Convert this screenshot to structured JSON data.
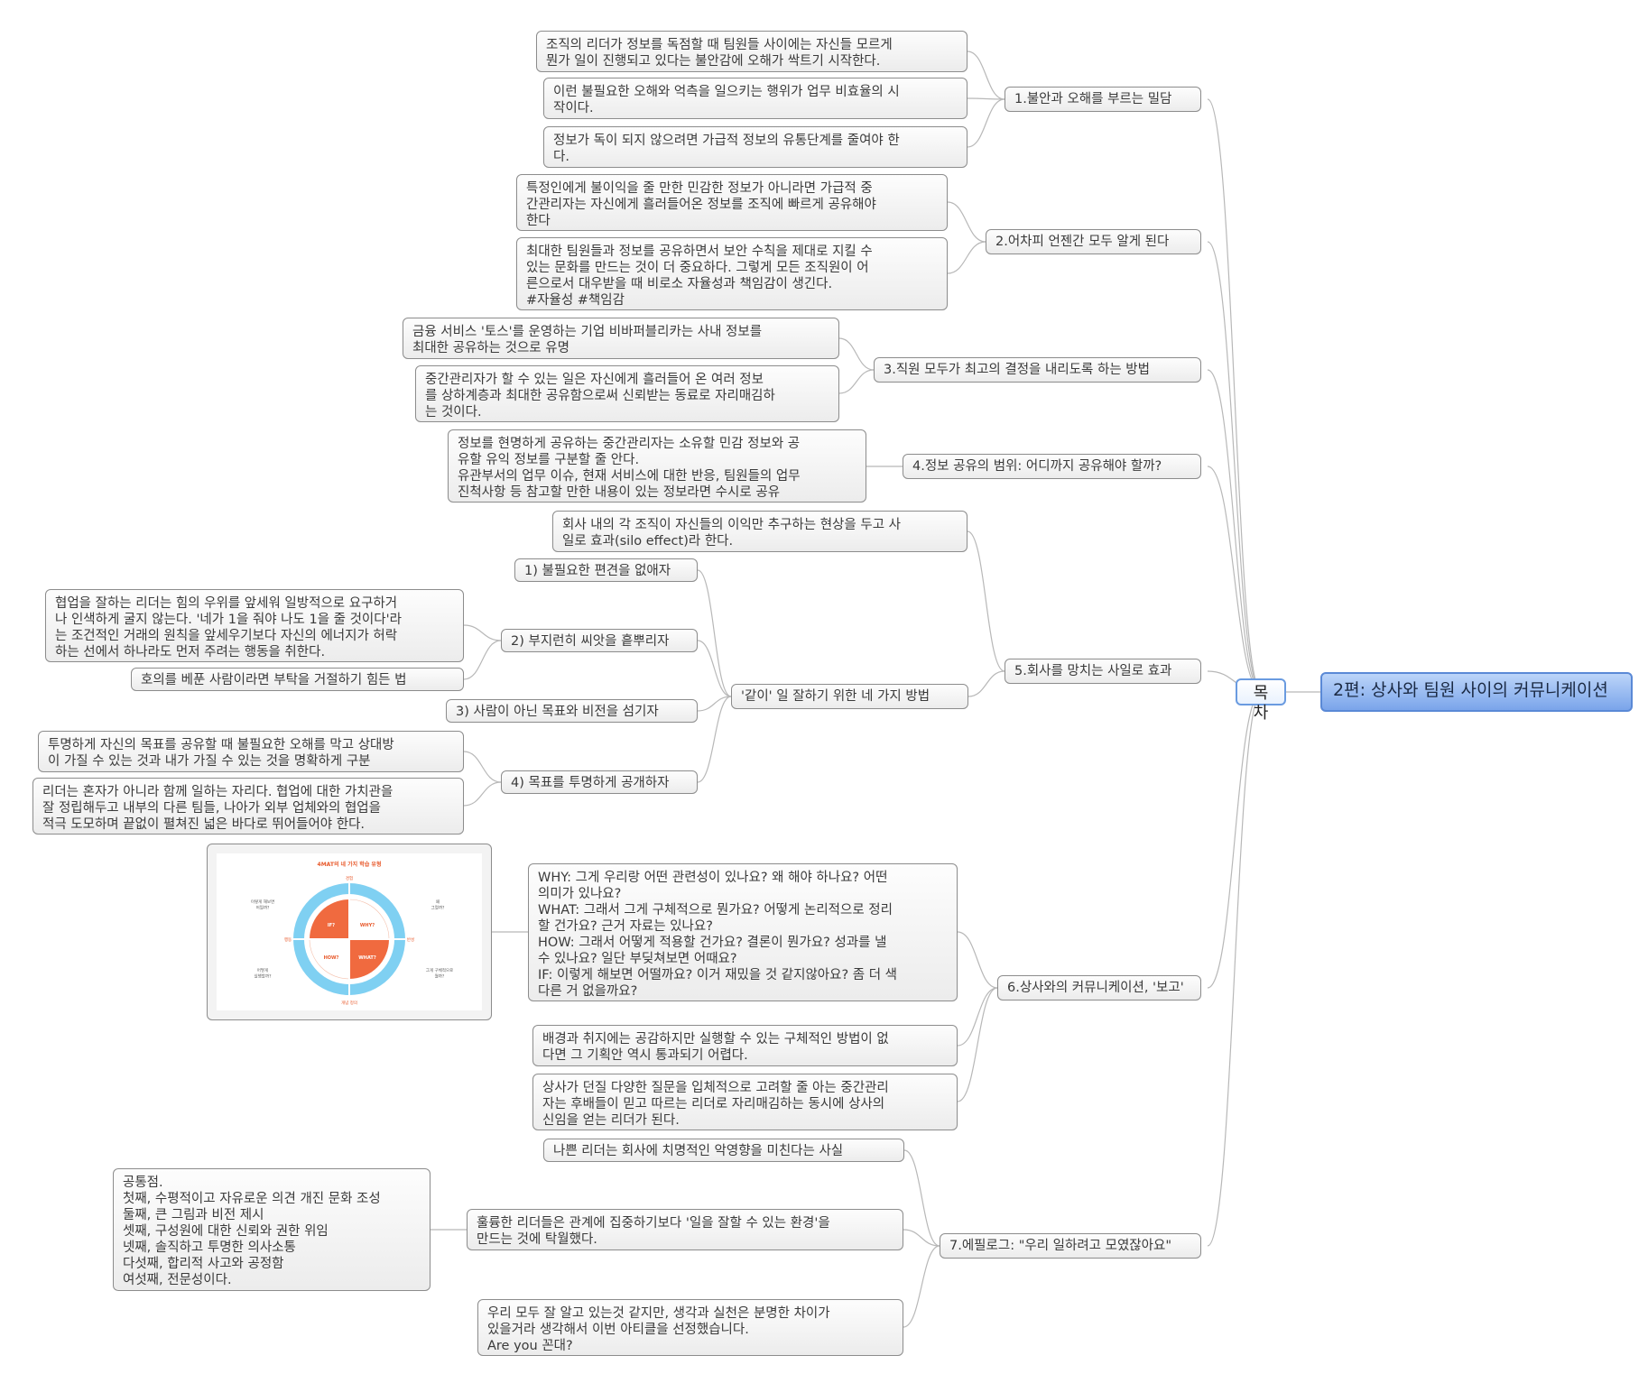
{
  "root": "2편: 상사와 팀원 사이의 커뮤니케이션",
  "toc": "목차",
  "sections": [
    {
      "title": "1.불안과 오해를 부르는 밀담",
      "notes": [
        "조직의 리더가 정보를 독점할 때 팀원들 사이에는 자신들 모르게\n뭔가 일이 진행되고 있다는 불안감에 오해가 싹트기 시작한다.",
        "이런 불필요한 오해와 억측을 일으키는 행위가 업무 비효율의 시\n작이다.",
        "정보가 독이 되지 않으려면 가급적 정보의 유통단계를 줄여야 한\n다."
      ]
    },
    {
      "title": "2.어차피 언젠간 모두 알게 된다",
      "notes": [
        "특정인에게 불이익을 줄 만한 민감한 정보가 아니라면 가급적 중\n간관리자는 자신에게 흘러들어온 정보를 조직에 빠르게 공유해야\n한다",
        "최대한 팀원들과 정보를 공유하면서 보안 수칙을 제대로 지킬 수\n있는 문화를 만드는 것이 더 중요하다. 그렇게 모든 조직원이 어\n른으로서 대우받을 때 비로소 자율성과 책임감이 생긴다.\n#자율성 #책임감"
      ]
    },
    {
      "title": "3.직원 모두가 최고의 결정을 내리도록 하는 방법",
      "notes": [
        "금융 서비스 '토스'를 운영하는 기업 비바퍼블리카는 사내 정보를\n최대한 공유하는 것으로 유명",
        "중간관리자가 할 수 있는 일은 자신에게 흘러들어 온 여러 정보\n를 상하계층과 최대한 공유함으로써 신뢰받는 동료로 자리매김하\n는 것이다."
      ]
    },
    {
      "title": "4.정보 공유의 범위: 어디까지 공유해야 할까?",
      "notes": [
        "정보를 현명하게 공유하는 중간관리자는 소유할 민감 정보와 공\n유할 유익 정보를 구분할 줄 안다.\n유관부서의 업무 이슈, 현재 서비스에 대한 반응, 팀원들의 업무\n진척사항 등 참고할 만한 내용이 있는 정보라면 수시로 공유"
      ]
    },
    {
      "title": "5.회사를 망치는 사일로 효과",
      "notes": [
        "회사 내의 각 조직이 자신들의 이익만 추구하는 현상을 두고 사\n일로 효과(silo effect)라 한다."
      ],
      "subtopic": {
        "title": "'같이' 일 잘하기 위한 네 가지 방법",
        "methods": [
          {
            "label": "1) 불필요한 편견을 없애자",
            "notes": []
          },
          {
            "label": "2) 부지런히 씨앗을 흩뿌리자",
            "notes": [
              "협업을 잘하는 리더는 힘의 우위를 앞세워 일방적으로 요구하거\n나 인색하게 굴지 않는다. '네가 1을 줘야 나도 1을 줄 것이다'라\n는 조건적인 거래의 원칙을 앞세우기보다 자신의 에너지가 허락\n하는 선에서 하나라도 먼저 주려는 행동을 취한다.",
              "호의를 베푼 사람이라면 부탁을 거절하기 힘든 법"
            ]
          },
          {
            "label": "3) 사람이 아닌 목표와 비전을 섬기자",
            "notes": []
          },
          {
            "label": "4) 목표를 투명하게 공개하자",
            "notes": [
              "투명하게 자신의 목표를 공유할 때 불필요한 오해를 막고 상대방\n이 가질 수 있는 것과 내가 가질 수 있는 것을 명확하게 구분",
              "리더는 혼자가 아니라 함께 일하는 자리다. 협업에 대한 가치관을\n잘 정립해두고 내부의 다른 팀들, 나아가 외부 업체와의 협업을\n적극 도모하며 끝없이 펼쳐진 넓은 바다로 뛰어들어야 한다."
            ]
          }
        ]
      }
    },
    {
      "title": "6.상사와의 커뮤니케이션, '보고'",
      "notes": [
        "WHY: 그게 우리랑 어떤 관련성이 있나요? 왜 해야 하나요? 어떤\n의미가 있나요?\nWHAT: 그래서 그게 구체적으로 뭔가요? 어떻게 논리적으로 정리\n할 건가요? 근거 자료는 있나요?\nHOW: 그래서 어떻게 적용할 건가요? 결론이 뭔가요? 성과를 낼\n수 있나요? 일단 부딪쳐보면 어때요?\nIF: 이렇게 해보면 어떨까요? 이거 재밌을 것 같지않아요? 좀 더 색\n다른 거 없을까요?",
        "배경과 취지에는 공감하지만 실행할 수 있는 구체적인 방법이 없\n다면 그 기획안 역시 통과되기 어렵다.",
        "상사가 던질 다양한 질문을 입체적으로 고려할 줄 아는 중간관리\n자는 후배들이 믿고 따르는 리더로 자리매김하는 동시에 상사의\n신임을 얻는 리더가 된다."
      ],
      "image": {
        "title": "4MAT의 네 가지 학습 유형",
        "quadrants": [
          "IF?",
          "WHY?",
          "HOW?",
          "WHAT?"
        ],
        "ring_labels": [
          "경험",
          "반성",
          "개념 정의",
          "행동"
        ],
        "questions": [
          "이렇게 해보면\n어떨까?",
          "왜\n그럴까?",
          "그게 구체적으로\n뭘까?",
          "어떻게\n실행할까?"
        ],
        "colors": {
          "ring": "#7fd0f2",
          "quadrant": "#f06a3f"
        }
      }
    },
    {
      "title": "7.에필로그: \"우리 일하려고 모였잖아요\"",
      "notes": [
        "나쁜 리더는 회사에 치명적인 악영향을 미친다는 사실",
        "훌륭한 리더들은 관계에 집중하기보다 '일을 잘할 수 있는 환경'을\n만드는 것에 탁월했다.",
        "우리 모두 잘 알고 있는것 같지만, 생각과 실천은 분명한 차이가\n있을거라 생각해서 이번 아티클을 선정했습니다.\n Are you 꼰대?"
      ],
      "common": "공통점.\n첫째, 수평적이고 자유로운 의견 개진 문화 조성\n둘째, 큰 그림과 비전 제시\n셋째, 구성원에 대한 신뢰와 권한 위임\n넷째, 솔직하고 투명한 의사소통\n다섯째, 합리적 사고와 공정함\n여섯째, 전문성이다."
    }
  ]
}
